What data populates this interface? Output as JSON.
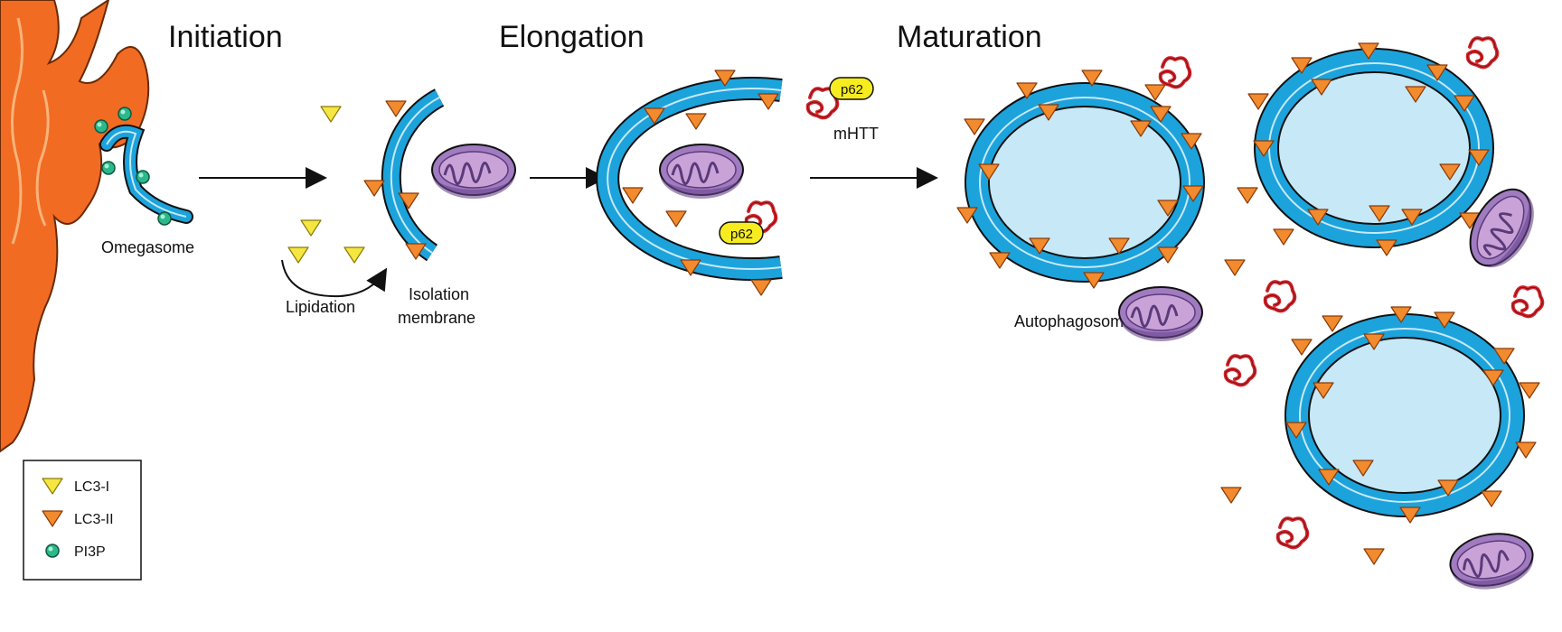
{
  "stages": {
    "initiation": "Initiation",
    "elongation": "Elongation",
    "maturation": "Maturation"
  },
  "labels": {
    "omegasome": "Omegasome",
    "lipidation": "Lipidation",
    "isolation_line1": "Isolation",
    "isolation_line2": "membrane",
    "mhtt": "mHTT",
    "autophagosome": "Autophagosome",
    "p62": "p62"
  },
  "legend": {
    "items": [
      {
        "label": "LC3-I",
        "icon": "lc3-i-icon",
        "color": "#f5e642"
      },
      {
        "label": "LC3-II",
        "icon": "lc3-ii-icon",
        "color": "#f28a2e"
      },
      {
        "label": "PI3P",
        "icon": "pi3p-icon",
        "color": "#2bb88a"
      }
    ]
  },
  "colors": {
    "er": "#f26b23",
    "membrane": "#1ca3dc",
    "lumen": "#c7e8f7",
    "mitochondria": "#a07bc0",
    "lc3_i": "#f5e642",
    "lc3_ii": "#f28a2e",
    "pi3p": "#2bb88a",
    "mhtt": "#d6282e",
    "p62_badge": "#f7ec1f"
  }
}
